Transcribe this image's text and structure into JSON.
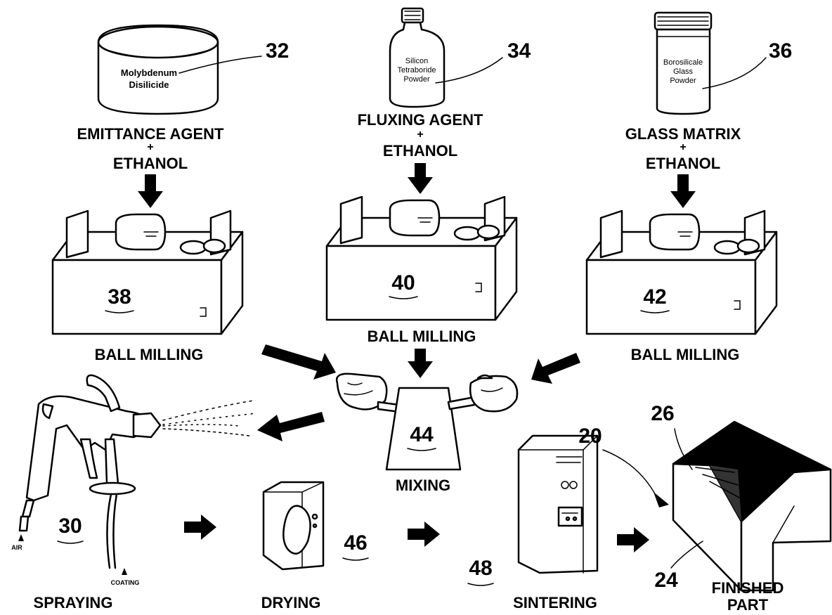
{
  "containers": {
    "molybdenum": {
      "label_line1": "Molybdenum",
      "label_line2": "Disilicide",
      "ref": "32"
    },
    "silicon": {
      "label_line1": "Silicon",
      "label_line2": "Tetraboride",
      "label_line3": "Powder",
      "ref": "34"
    },
    "borosilicate": {
      "label_line1": "Borosilicale",
      "label_line2": "Glass",
      "label_line3": "Powder",
      "ref": "36"
    }
  },
  "ingredients": {
    "emittance": {
      "line1": "EMITTANCE AGENT",
      "plus": "+",
      "line2": "ETHANOL"
    },
    "fluxing": {
      "line1": "FLUXING AGENT",
      "plus": "+",
      "line2": "ETHANOL"
    },
    "glass": {
      "line1": "GLASS MATRIX",
      "plus": "+",
      "line2": "ETHANOL"
    }
  },
  "mills": {
    "left": {
      "ref": "38",
      "caption": "BALL MILLING"
    },
    "center": {
      "ref": "40",
      "caption": "BALL MILLING"
    },
    "right": {
      "ref": "42",
      "caption": "BALL MILLING"
    }
  },
  "mixing": {
    "ref": "44",
    "caption": "MIXING"
  },
  "spraying": {
    "ref": "30",
    "caption": "SPRAYING",
    "air_label": "AIR",
    "coating_label": "COATING"
  },
  "drying": {
    "ref": "46",
    "caption": "DRYING"
  },
  "sintering": {
    "ref": "48",
    "caption": "SINTERING"
  },
  "finished": {
    "ref_part": "20",
    "ref_top": "26",
    "ref_side": "24",
    "caption_line1": "FINISHED",
    "caption_line2": "PART"
  },
  "icons": [
    "can-icon",
    "bottle-icon",
    "jar-icon",
    "ball-mill-icon",
    "mixer-icon",
    "spray-gun-icon",
    "drying-oven-icon",
    "sintering-furnace-icon",
    "finished-part-icon",
    "flow-arrow-icon"
  ]
}
